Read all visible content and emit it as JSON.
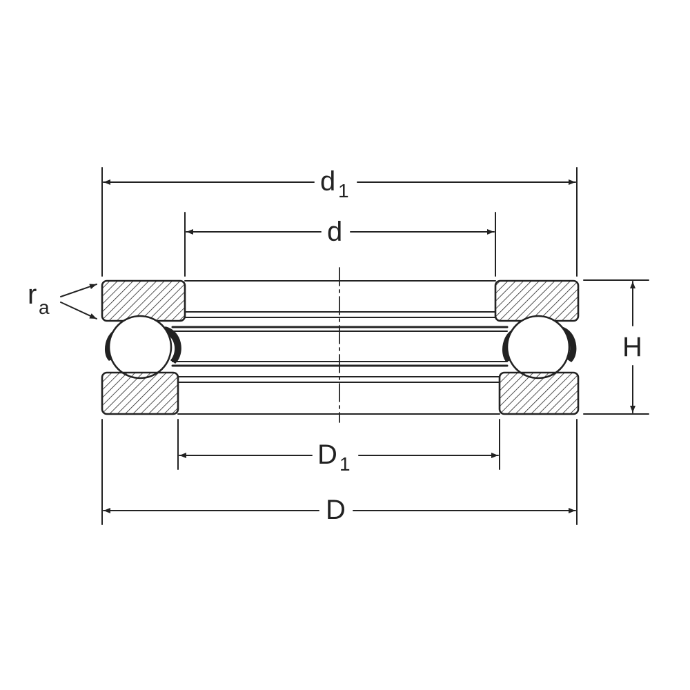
{
  "labels": {
    "d1": {
      "main": "d",
      "sub": "1"
    },
    "d": {
      "main": "d"
    },
    "ra": {
      "main": "r",
      "sub": "a"
    },
    "H": {
      "main": "H"
    },
    "D1": {
      "main": "D",
      "sub": "1"
    },
    "D": {
      "main": "D"
    }
  },
  "colors": {
    "line": "#222222",
    "background": "#ffffff"
  }
}
